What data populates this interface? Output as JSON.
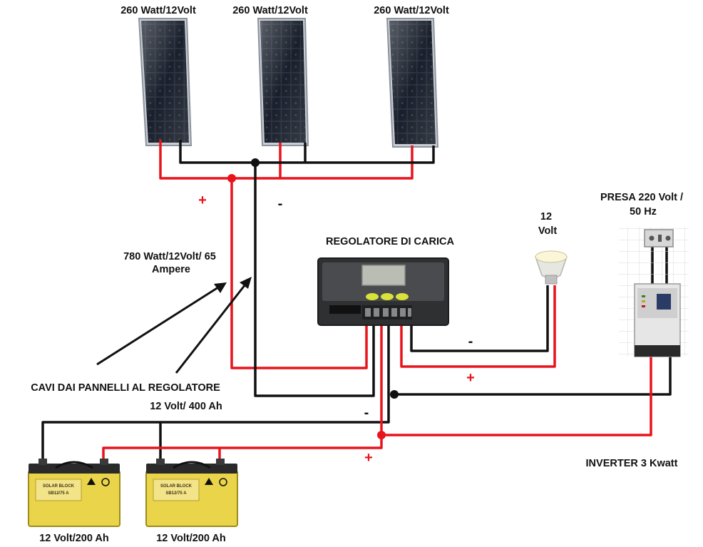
{
  "colors": {
    "positive_wire": "#e8141b",
    "negative_wire": "#111111",
    "panel_cell": "#1d2430",
    "battery_body": "#e9d44a",
    "regulator_body": "#3a3b3d",
    "regulator_screen": "#b9bdb4",
    "regulator_buttons": "#d8e23a"
  },
  "panels": [
    {
      "label": "260 Watt/12Volt"
    },
    {
      "label": "260 Watt/12Volt"
    },
    {
      "label": "260 Watt/12Volt"
    }
  ],
  "labels": {
    "panel_array": "780 Watt/12Volt/ 65 Ampere",
    "regulator": "REGOLATORE DI CARICA",
    "lamp": "12 Volt",
    "socket": "PRESA 220 Volt / 50 Hz",
    "cables": "CAVI DAI PANNELLI AL REGOLATORE",
    "battery_bank": "12 Volt/ 400 Ah",
    "inverter": "INVERTER 3 Kwatt"
  },
  "batteries": [
    {
      "label": "12 Volt/200 Ah",
      "brand": "SOLAR BLOCK",
      "model": "SB12/75 A"
    },
    {
      "label": "12 Volt/200 Ah",
      "brand": "SOLAR BLOCK",
      "model": "SB12/75 A"
    }
  ],
  "signs": {
    "plus": "+",
    "minus": "-"
  },
  "icons": {
    "panel": "solar-panel-icon",
    "regulator": "charge-controller-icon",
    "lamp": "led-spot-lamp-icon",
    "inverter": "inverter-icon",
    "socket": "wall-socket-icon",
    "battery": "battery-icon"
  }
}
